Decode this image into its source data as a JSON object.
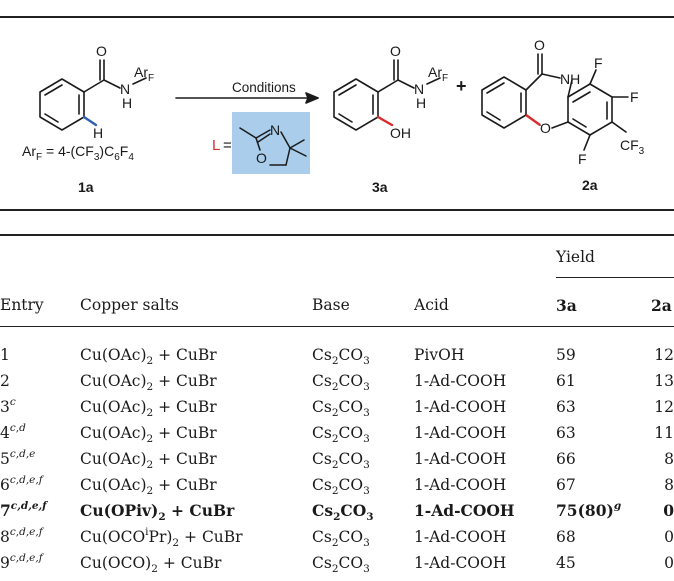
{
  "scheme": {
    "sub_label": "1a",
    "prod_phenol_label": "3a",
    "prod_tricycle_label": "2a",
    "arf_def": "Ar",
    "arf_sub": "F",
    "arf_eq": " = 4-(CF",
    "arf_3": "3",
    "arf_c6": ")C",
    "arf_6": "6",
    "arf_f": "F",
    "arf_4": "4",
    "arrow_text": "Conditions",
    "ligand_label": "L",
    "ligand_eq": "=",
    "ligand_box_color": "#a9cdea",
    "plus": "+",
    "atoms": {
      "O": "O",
      "N": "N",
      "H": "H",
      "NH": "NH",
      "OH": "OH",
      "F": "F",
      "CF": "CF",
      "three": "3"
    }
  },
  "table": {
    "group_header": "Yield",
    "headers": {
      "entry": "Entry",
      "copper": "Copper salts",
      "base": "Base",
      "acid": "Acid",
      "y3a": "3a",
      "y2a": "2a"
    },
    "rows": [
      {
        "entry": "1",
        "sup": "",
        "cu_pre": "Cu(OAc)",
        "cu_sub": "2",
        "cu_mid": "",
        "cu_sup": "",
        "cu_post": " + CuBr",
        "base": "Cs",
        "base_sub": "2",
        "base_post": "CO",
        "base_sub2": "3",
        "acid": "PivOH",
        "y3a": "59",
        "y3a_sup": "",
        "y2a": "12",
        "bold": false
      },
      {
        "entry": "2",
        "sup": "",
        "cu_pre": "Cu(OAc)",
        "cu_sub": "2",
        "cu_mid": "",
        "cu_sup": "",
        "cu_post": " + CuBr",
        "base": "Cs",
        "base_sub": "2",
        "base_post": "CO",
        "base_sub2": "3",
        "acid": "1-Ad-COOH",
        "y3a": "61",
        "y3a_sup": "",
        "y2a": "13",
        "bold": false
      },
      {
        "entry": "3",
        "sup": "c",
        "cu_pre": "Cu(OAc)",
        "cu_sub": "2",
        "cu_mid": "",
        "cu_sup": "",
        "cu_post": " + CuBr",
        "base": "Cs",
        "base_sub": "2",
        "base_post": "CO",
        "base_sub2": "3",
        "acid": "1-Ad-COOH",
        "y3a": "63",
        "y3a_sup": "",
        "y2a": "12",
        "bold": false
      },
      {
        "entry": "4",
        "sup": "c,d",
        "cu_pre": "Cu(OAc)",
        "cu_sub": "2",
        "cu_mid": "",
        "cu_sup": "",
        "cu_post": " + CuBr",
        "base": "Cs",
        "base_sub": "2",
        "base_post": "CO",
        "base_sub2": "3",
        "acid": "1-Ad-COOH",
        "y3a": "63",
        "y3a_sup": "",
        "y2a": "11",
        "bold": false
      },
      {
        "entry": "5",
        "sup": "c,d,e",
        "cu_pre": "Cu(OAc)",
        "cu_sub": "2",
        "cu_mid": "",
        "cu_sup": "",
        "cu_post": " + CuBr",
        "base": "Cs",
        "base_sub": "2",
        "base_post": "CO",
        "base_sub2": "3",
        "acid": "1-Ad-COOH",
        "y3a": "66",
        "y3a_sup": "",
        "y2a": "8",
        "bold": false
      },
      {
        "entry": "6",
        "sup": "c,d,e,f",
        "cu_pre": "Cu(OAc)",
        "cu_sub": "2",
        "cu_mid": "",
        "cu_sup": "",
        "cu_post": " + CuBr",
        "base": "Cs",
        "base_sub": "2",
        "base_post": "CO",
        "base_sub2": "3",
        "acid": "1-Ad-COOH",
        "y3a": "67",
        "y3a_sup": "",
        "y2a": "8",
        "bold": false
      },
      {
        "entry": "7",
        "sup": "c,d,e,f",
        "cu_pre": "Cu(OPiv)",
        "cu_sub": "2",
        "cu_mid": "",
        "cu_sup": "",
        "cu_post": " + CuBr",
        "base": "Cs",
        "base_sub": "2",
        "base_post": "CO",
        "base_sub2": "3",
        "acid": "1-Ad-COOH",
        "y3a": "75(80)",
        "y3a_sup": "g",
        "y2a": "0",
        "bold": true
      },
      {
        "entry": "8",
        "sup": "c,d,e,f",
        "cu_pre": "Cu(OCO",
        "cu_sub": "",
        "cu_mid": "",
        "cu_sup": "i",
        "cu_post": "Pr)",
        "cu_sub_end": "2",
        "cu_tail": " + CuBr",
        "base": "Cs",
        "base_sub": "2",
        "base_post": "CO",
        "base_sub2": "3",
        "acid": "1-Ad-COOH",
        "y3a": "68",
        "y3a_sup": "",
        "y2a": "0",
        "bold": false
      },
      {
        "entry": "9",
        "sup": "c,d,e,f",
        "cu_pre": "Cu(OCO)",
        "cu_sub": "2",
        "cu_mid": "",
        "cu_sup": "",
        "cu_post": " + CuBr",
        "base": "Cs",
        "base_sub": "2",
        "base_post": "CO",
        "base_sub2": "3",
        "acid": "1-Ad-COOH",
        "y3a": "45",
        "y3a_sup": "",
        "y2a": "0",
        "bold": false
      }
    ]
  }
}
